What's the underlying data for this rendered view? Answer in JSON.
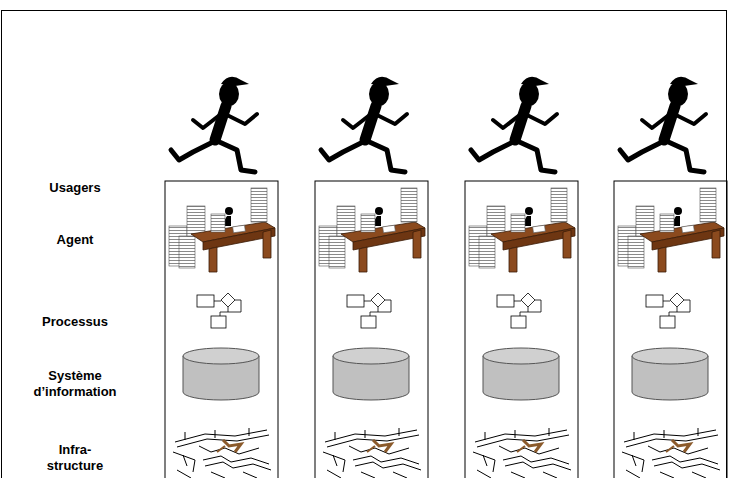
{
  "diagram": {
    "labels": [
      "Usagers",
      "Agent",
      "Processus",
      "Système d’information",
      "Infra- structure"
    ]
  }
}
